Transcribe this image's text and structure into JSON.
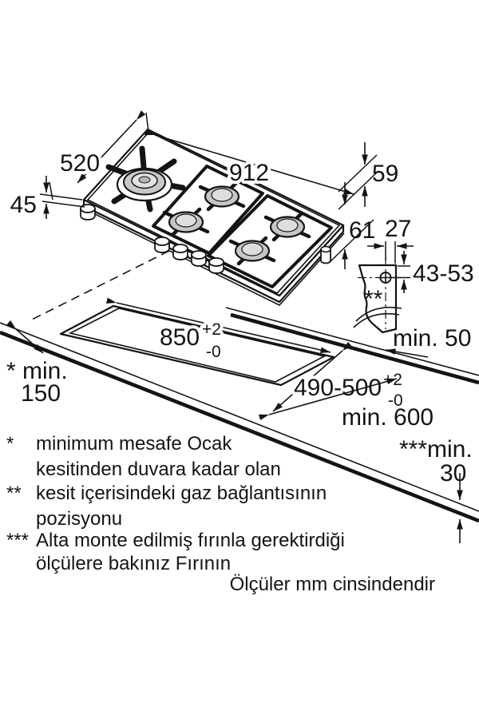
{
  "dims": {
    "hob_depth": "520",
    "hob_width": "912",
    "hob_height": "45",
    "profile_height_upper": "59",
    "profile_height_lower": "61",
    "gas_offset_x": "27",
    "gas_offset_y": "43-53",
    "gas_marker": "**",
    "cutout_width": "850",
    "cutout_width_tol_plus": "+2",
    "cutout_width_tol_minus": "-0",
    "cutout_depth": "490-500",
    "cutout_depth_tol_plus": "+2",
    "cutout_depth_tol_minus": "-0",
    "min_wall_left_line1": "* min.",
    "min_wall_left_line2": "150",
    "min_wall_rear": "min. 50",
    "min_worktop_depth": "min. 600",
    "min_clearance_line1": "***min.",
    "min_clearance_line2": "30"
  },
  "footnotes": [
    {
      "marker": "*",
      "line1": "minimum mesafe Ocak",
      "line2": "kesitinden duvara kadar olan"
    },
    {
      "marker": "**",
      "line1": "kesit içerisindeki gaz bağlantısının",
      "line2": "pozisyonu"
    },
    {
      "marker": "***",
      "line1": "Alta monte edilmiş fırınla gerektirdiği",
      "line2": "ölçülere bakınız Fırının"
    }
  ],
  "units_note": "Ölçüler mm cinsindendir"
}
